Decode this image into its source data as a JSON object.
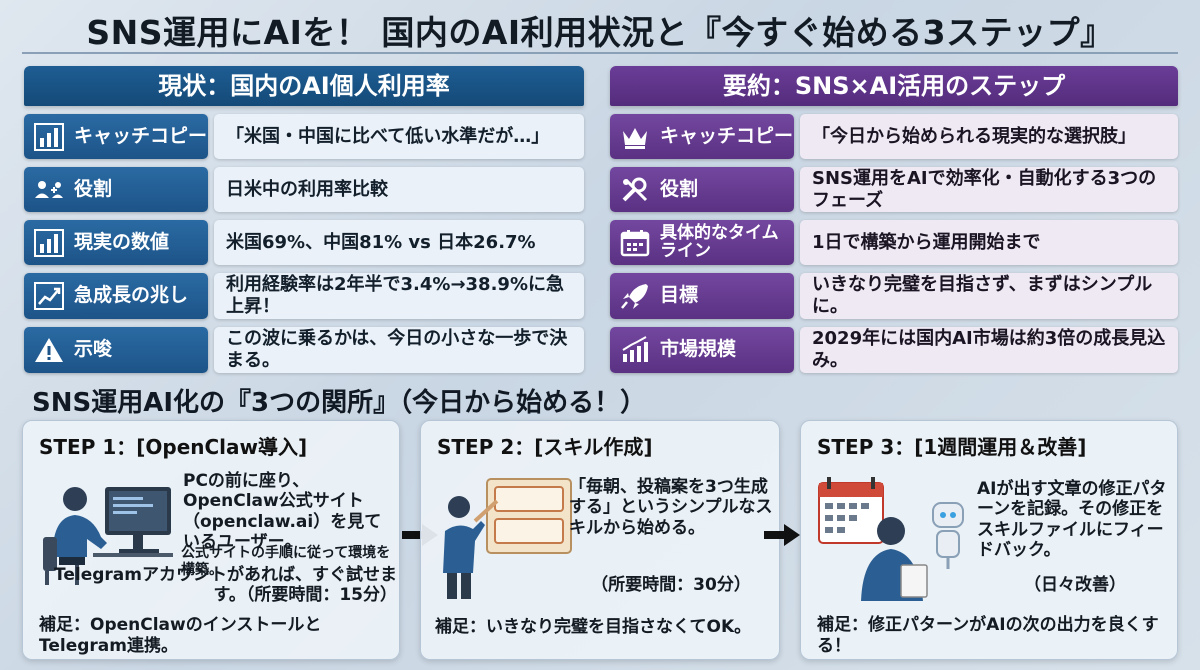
{
  "title": "SNS運用にAIを！ 国内のAI利用状況と『今すぐ始める3ステップ』",
  "left_panel": {
    "header": "現状：国内のAI個人利用率",
    "rows": [
      {
        "icon": "bar-chart-icon",
        "label": "キャッチコピー",
        "value": "「米国・中国に比べて低い水準だが…」"
      },
      {
        "icon": "people-icon",
        "label": "役割",
        "value": "日米中の利用率比較"
      },
      {
        "icon": "bar-chart-icon",
        "label": "現実の数値",
        "value": "米国69%、中国81% vs 日本26.7%"
      },
      {
        "icon": "trend-up-icon",
        "label": "急成長の兆し",
        "value": "利用経験率は2年半で3.4%→38.9%に急上昇！"
      },
      {
        "icon": "warning-icon",
        "label": "示唆",
        "value": "この波に乗るかは、今日の小さな一歩で決まる。"
      }
    ]
  },
  "right_panel": {
    "header": "要約：SNS×AI活用のステップ",
    "rows": [
      {
        "icon": "crown-icon",
        "label": "キャッチコピー",
        "value": "「今日から始められる現実的な選択肢」"
      },
      {
        "icon": "tools-icon",
        "label": "役割",
        "value": "SNS運用をAIで効率化・自動化する3つのフェーズ"
      },
      {
        "icon": "calendar-icon",
        "label": "具体的なタイムライン",
        "value": "1日で構築から運用開始まで"
      },
      {
        "icon": "rocket-icon",
        "label": "目標",
        "value": "いきなり完璧を目指さず、まずはシンプルに。"
      },
      {
        "icon": "growth-chart-icon",
        "label": "市場規模",
        "value": "2029年には国内AI市場は約3倍の成長見込み。"
      }
    ]
  },
  "section_title": "SNS運用AI化の『3つの関所』（今日から始める！）",
  "steps": [
    {
      "title": "STEP 1：[OpenClaw導入]",
      "text": "PCの前に座り、OpenClaw公式サイト（openclaw.ai）を見ているユーザー。",
      "small": "公式サイトの手順に従って環境を構築。",
      "text2": "Telegramアカウントがあれば、すぐ試せます。（所要時間：15分）",
      "note": "補足：OpenClawのインストールとTelegram連携。"
    },
    {
      "title": "STEP 2：[スキル作成]",
      "text": "「毎朝、投稿案を3つ生成する」というシンプルなスキルから始める。",
      "text2": "（所要時間：30分）",
      "note": "補足：いきなり完璧を目指さなくてOK。"
    },
    {
      "title": "STEP 3：[1週間運用＆改善]",
      "text": "AIが出す文章の修正パターンを記録。その修正をスキルファイルにフィードバック。",
      "text2": "（日々改善）",
      "note": "補足：修正パターンがAIの次の出力を良くする！"
    }
  ],
  "colors": {
    "left_accent": "#1d5488",
    "right_accent": "#5a3183",
    "background": "#dfe7ef"
  }
}
